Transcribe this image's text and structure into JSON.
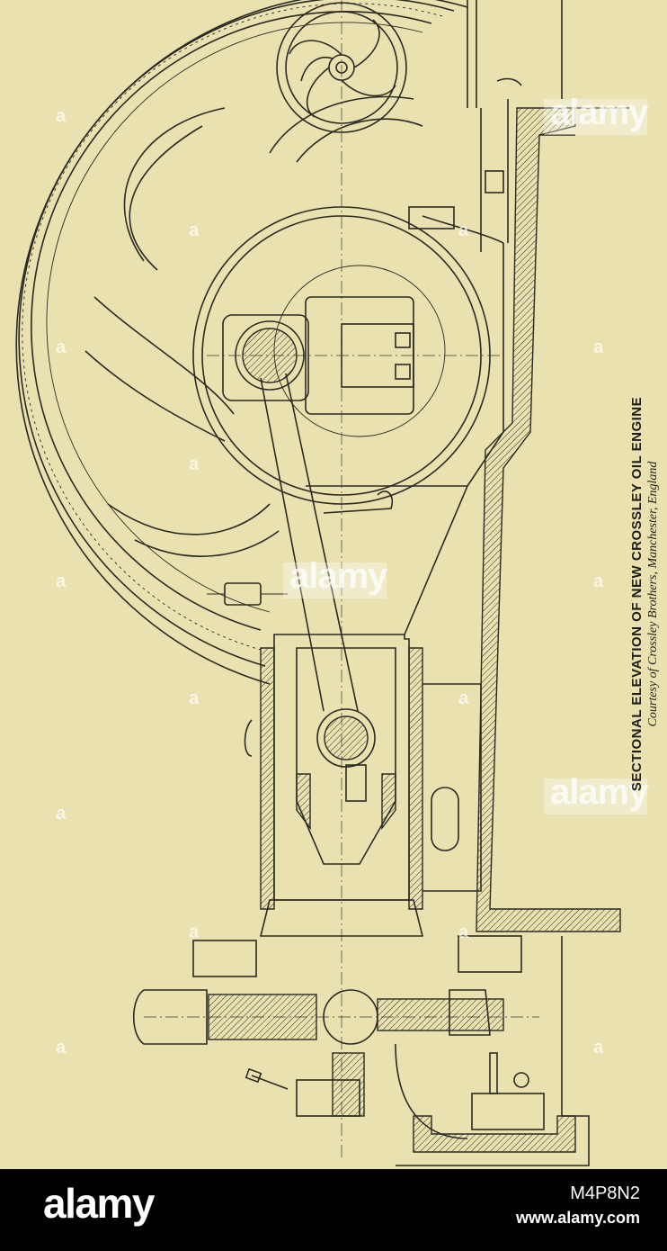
{
  "caption": {
    "title": "SECTIONAL ELEVATION OF NEW CROSSLEY OIL ENGINE",
    "subtitle": "Courtesy of Crossley Brothers, Manchester, England"
  },
  "watermark": {
    "text": "alamy",
    "letter": "a"
  },
  "footer": {
    "brand": "alamy",
    "image_id": "M4P8N2",
    "site": "www.alamy.com"
  },
  "colors": {
    "paper": "#e9e1b0",
    "ink": "#2a2a22",
    "footer_bg": "#000000"
  }
}
